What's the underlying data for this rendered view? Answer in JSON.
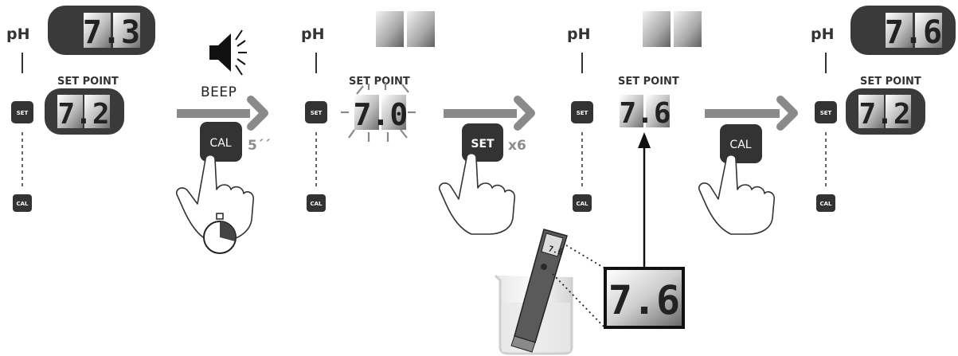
{
  "labels": {
    "ph": "pH",
    "set_point": "SET POINT",
    "beep": "BEEP",
    "hold_time": "5´´",
    "repeat": "x6"
  },
  "buttons": {
    "set": "SET",
    "cal": "CAL"
  },
  "steps": [
    {
      "ph_value": "7.3",
      "setpoint_value": "7.2"
    },
    {
      "ph_value": "",
      "setpoint_value": "7.0"
    },
    {
      "ph_value": "",
      "setpoint_value": "7.6"
    },
    {
      "ph_value": "7.6",
      "setpoint_value": "7.2"
    }
  ],
  "meter_display": "7.6",
  "colors": {
    "button": "#333333",
    "arrow": "#8a8a8a",
    "display_bg": "#3a3a3a"
  }
}
